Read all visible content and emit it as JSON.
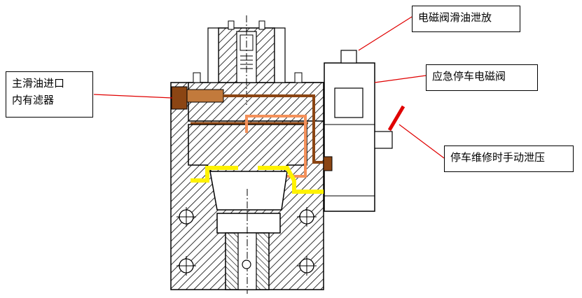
{
  "labels": {
    "main_oil_inlet_line1": "主滑油进口",
    "main_oil_inlet_line2": "内有滤器",
    "solenoid_oil_drain": "电磁阀滑油泄放",
    "emergency_stop_solenoid": "应急停车电磁阀",
    "manual_pressure_release": "停车维修时手动泄压"
  },
  "colors": {
    "line_art": "#000000",
    "hatch": "#000000",
    "oil_brown": "#8B4513",
    "oil_orange": "#F4915A",
    "oil_yellow": "#FFF200",
    "leader_red": "#E00000"
  }
}
